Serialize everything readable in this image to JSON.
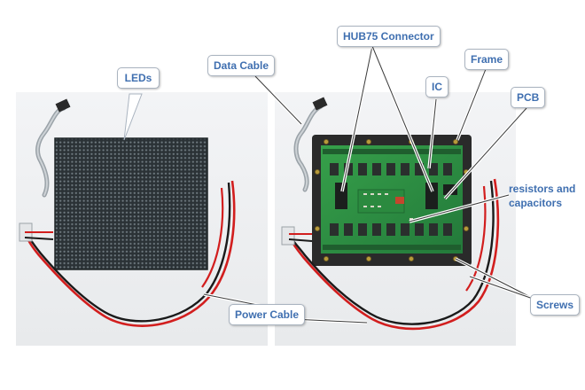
{
  "labels": {
    "leds": "LEDs",
    "data_cable": "Data Cable",
    "hub75_connector": "HUB75 Connector",
    "ic": "IC",
    "frame": "Frame",
    "pcb": "PCB",
    "resistors_capacitors": "resistors and capacitors",
    "screws": "Screws",
    "power_cable": "Power Cable"
  },
  "colors": {
    "label_text": "#3f6fb0",
    "led_panel": "#2b3236",
    "pcb_green": "#2e8b3e",
    "frame_dark": "#2a2a2a",
    "cable_red": "#d21e1e",
    "cable_black": "#1a1a1a",
    "photo_background": "#eef0f2"
  }
}
